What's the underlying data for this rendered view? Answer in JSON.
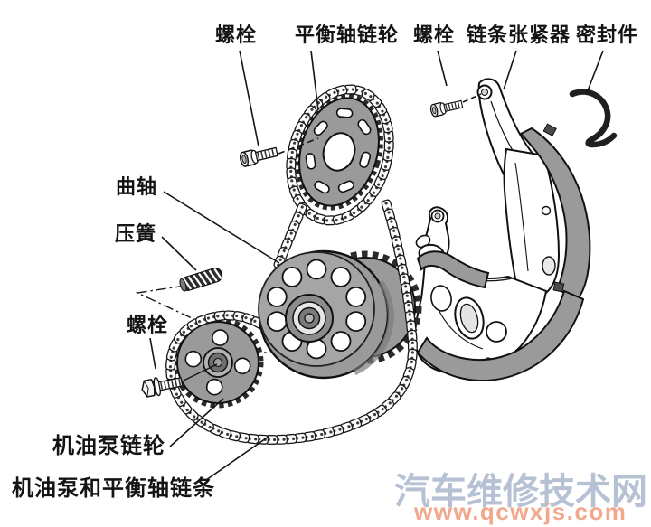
{
  "diagram": {
    "labels": {
      "bolt_top": "螺栓",
      "balance_shaft_sprocket": "平衡轴链轮",
      "bolt_right": "螺栓",
      "chain_tensioner": "链条张紧器",
      "seal": "密封件",
      "crankshaft": "曲轴",
      "compression_spring": "压簧",
      "bolt_lower": "螺栓",
      "oil_pump_sprocket": "机油泵链轮",
      "oil_pump_and_balance_shaft_chain": "机油泵和平衡轴链条"
    },
    "colors": {
      "part_gray": "#9a9a9a",
      "outline_black": "#111111",
      "background": "#ffffff"
    }
  },
  "watermark": {
    "site_name": "汽车维修技术网",
    "site_url": "www.qcwxjs.com",
    "site_name_color": "#b6c2d4",
    "site_url_color": "#f2a88c"
  }
}
